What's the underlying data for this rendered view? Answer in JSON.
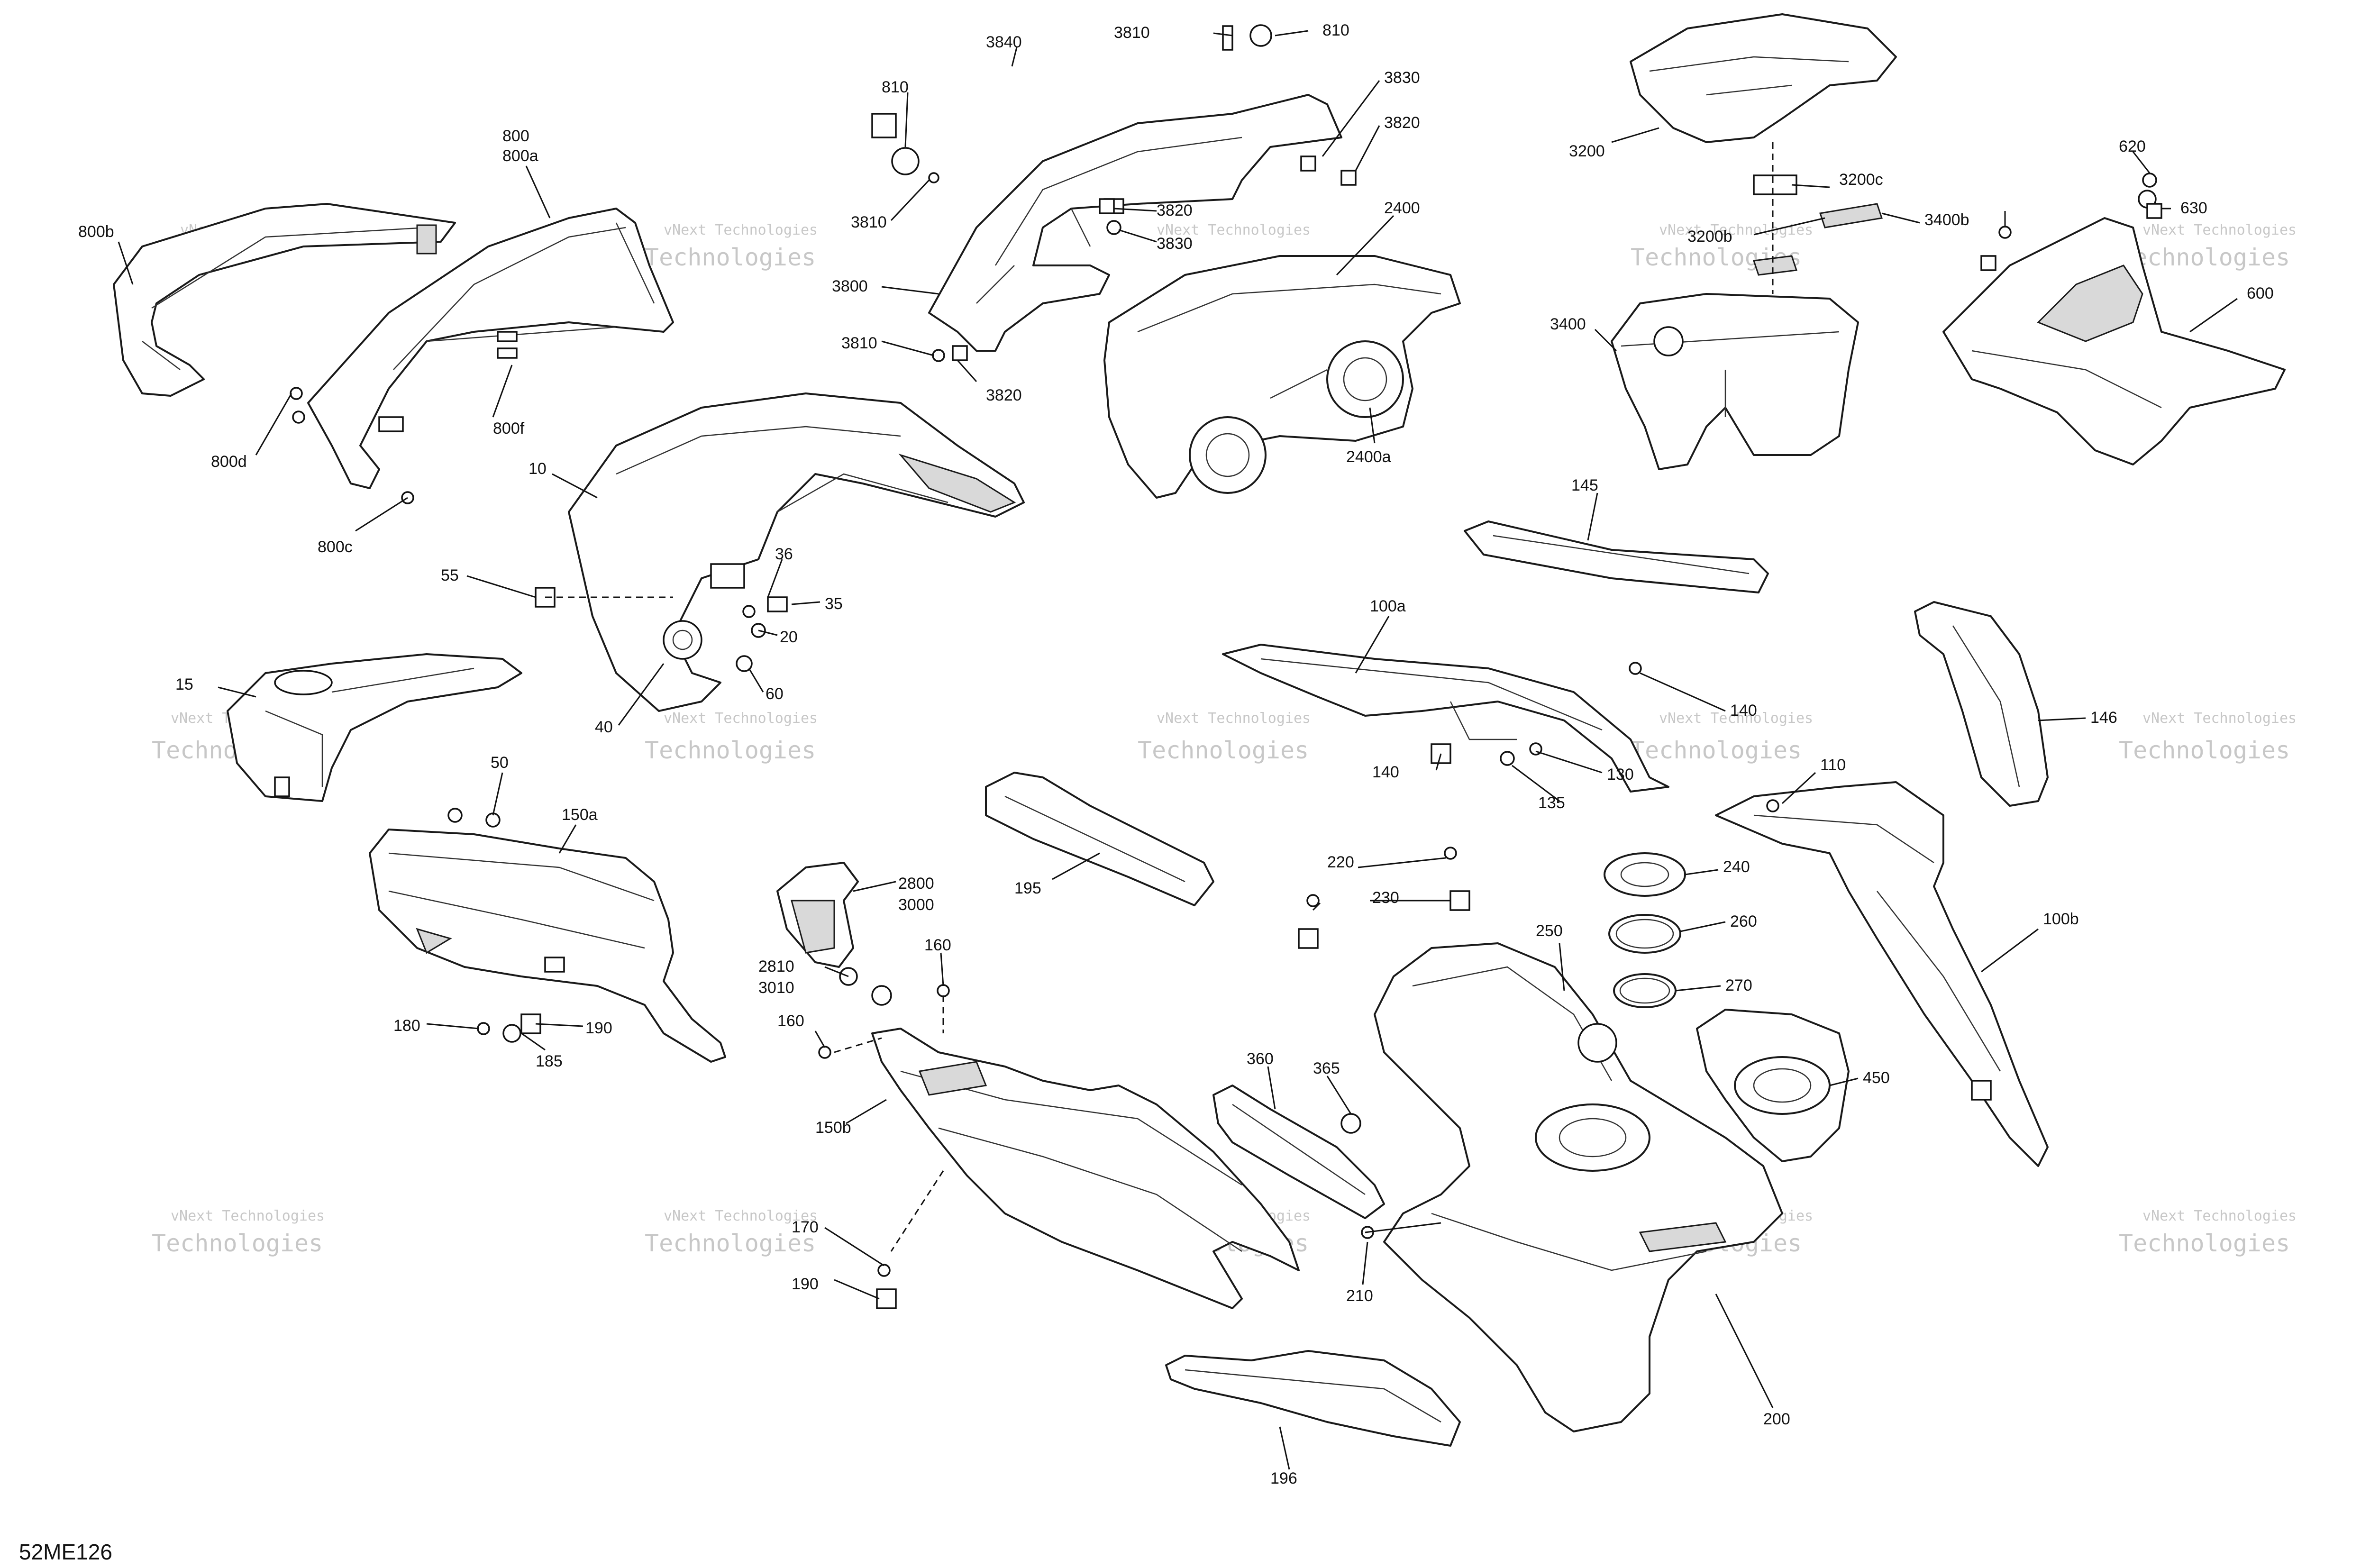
{
  "diagram_code": "52ME126",
  "watermark": {
    "line_small": "vNext Technologies",
    "line_large": "Technologies"
  },
  "callouts": {
    "c800": "800",
    "c800a": "800a",
    "c800b": "800b",
    "c800d": "800d",
    "c800f": "800f",
    "c800c": "800c",
    "c10": "10",
    "c55": "55",
    "c36": "36",
    "c35": "35",
    "c20": "20",
    "c60": "60",
    "c40": "40",
    "c15": "15",
    "c3810a": "3810",
    "c810a": "810",
    "c3840": "3840",
    "c810b": "810",
    "c3810b": "3810",
    "c3800": "3800",
    "c3810c": "3810",
    "c3820a": "3820",
    "c3830a": "3830",
    "c3820b": "3820",
    "c3820c": "3820",
    "c3830b": "3830",
    "c2400": "2400",
    "c2400a": "2400a",
    "c3200": "3200",
    "c3200c": "3200c",
    "c3200b": "3200b",
    "c3400b": "3400b",
    "c3400": "3400",
    "c620": "620",
    "c630": "630",
    "c600": "600",
    "c145": "145",
    "c100a": "100a",
    "c140a": "140",
    "c140b": "140",
    "c130": "130",
    "c135": "135",
    "c146": "146",
    "c110": "110",
    "c100b": "100b",
    "c50": "50",
    "c150a": "150a",
    "c180": "180",
    "c185": "185",
    "c190a": "190",
    "c2800": "2800",
    "c3000": "3000",
    "c2810": "2810",
    "c3010": "3010",
    "c160a": "160",
    "c160b": "160",
    "c150b": "150b",
    "c170": "170",
    "c190b": "190",
    "c195": "195",
    "c220": "220",
    "c230": "230",
    "c240": "240",
    "c250": "250",
    "c260": "260",
    "c270": "270",
    "c450": "450",
    "c360": "360",
    "c365": "365",
    "c210": "210",
    "c200": "200",
    "c196": "196"
  }
}
